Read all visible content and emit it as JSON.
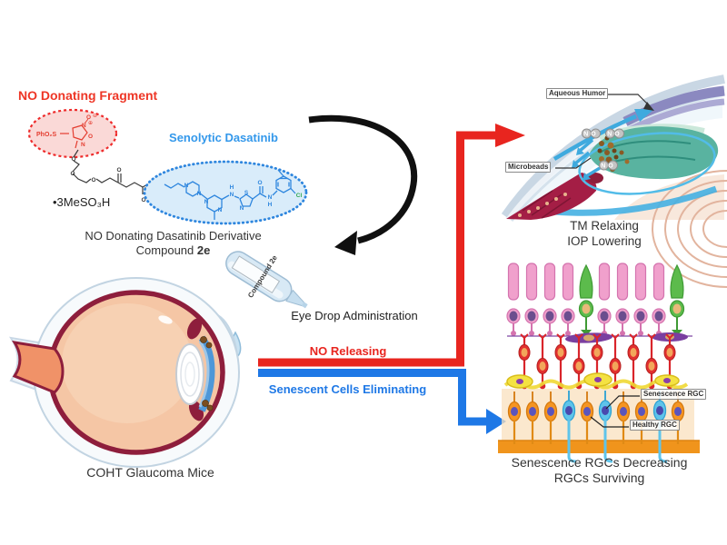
{
  "figure": {
    "chem": {
      "fragment_label": "NO Donating Fragment",
      "sulfonyl": "PhO₂S",
      "atom_o_top": "O",
      "charge_minus": "⊖",
      "atom_n_plus": "N",
      "charge_plus": "⊕",
      "atom_o_ring": "O",
      "atom_n_ring": "N",
      "senolytic_label": "Senolytic Dasatinib",
      "salt": "•3MeSO₃H",
      "linker_o1": "O",
      "linker_o2": "O",
      "linker_o3": "O",
      "linker_o4": "O",
      "linker_dbl_o1": "O",
      "linker_dbl_o2": "O",
      "das_pip_n1": "N",
      "das_pip_n2": "N",
      "das_pyr_n1": "N",
      "das_pyr_n2": "N",
      "das_nh1_h": "H",
      "das_nh1_n": "N",
      "das_thia_s": "S",
      "das_thia_n": "N",
      "das_co_o": "O",
      "das_nh2_n": "N",
      "das_nh2_h": "H",
      "das_cl": "Cl",
      "caption_line1": "NO Donating Dasatinib Derivative",
      "caption_prefix": "Compound ",
      "caption_bold": "2e"
    },
    "delivery": {
      "bottle_label": "Compound 2e",
      "administration_label": "Eye Drop Administration"
    },
    "eye": {
      "caption": "COHT Glaucoma Mice"
    },
    "pathways": {
      "no_label": "NO Releasing",
      "senescent_label": "Senescent Cells Eliminating"
    },
    "tm_panel": {
      "aqueous_label": "Aqueous Humor",
      "microbeads_label": "Microbeads",
      "no_badges": [
        "NO",
        "NO",
        "NO"
      ],
      "caption1": "TM Relaxing",
      "caption2": "IOP Lowering"
    },
    "retina_panel": {
      "senescence_label": "Senescence RGC",
      "healthy_label": "Healthy RGC",
      "caption1": "Senescence RGCs Decreasing",
      "caption2": "RGCs Surviving"
    },
    "colors": {
      "red": "#e8251f",
      "blue": "#1e78e6",
      "text_dark": "#2b2b2b"
    }
  }
}
